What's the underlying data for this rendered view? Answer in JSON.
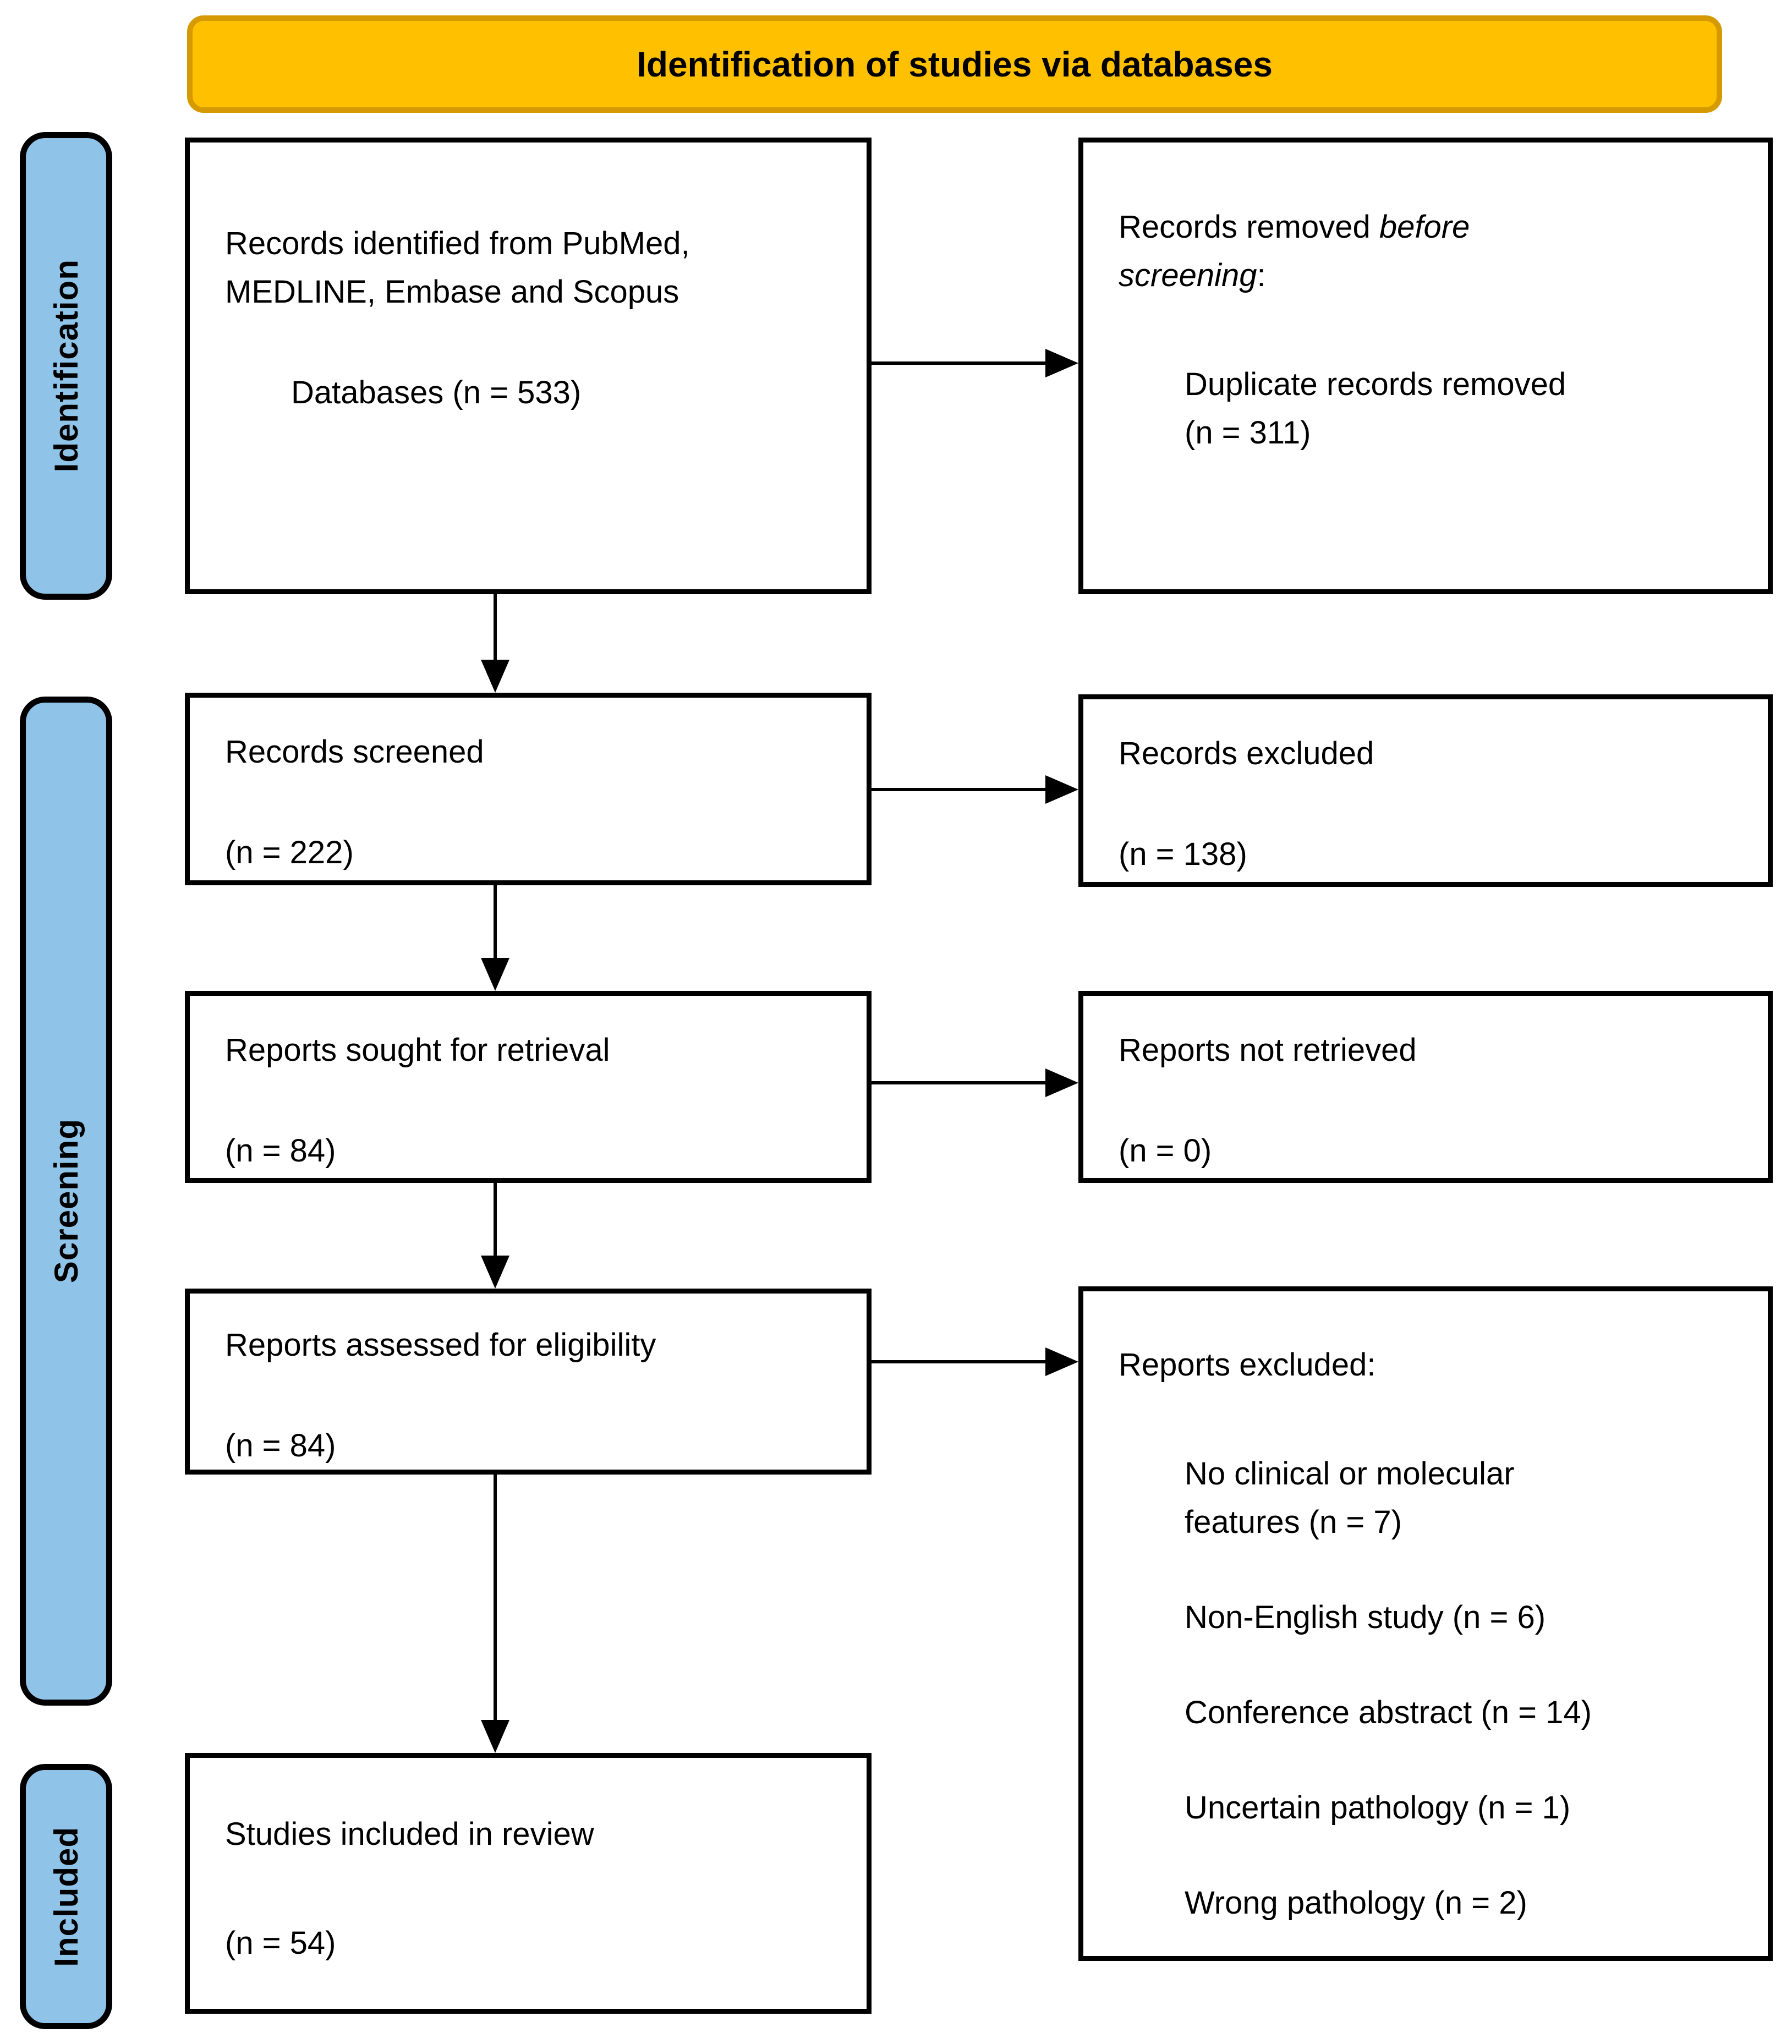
{
  "banner": {
    "title": "Identification of studies via databases"
  },
  "sidebar": {
    "identification": "Identification",
    "screening": "Screening",
    "included": "Included"
  },
  "colors": {
    "banner_fill": "#FFC000",
    "banner_border": "#D49A00",
    "sidebar_fill": "#8FC4E8",
    "box_border": "#000000"
  },
  "boxes": {
    "identified": {
      "line1": "Records identified from PubMed,",
      "line2": "MEDLINE, Embase and Scopus",
      "count": "Databases (n = 533)"
    },
    "removed_before_screening": {
      "prefix": "Records removed ",
      "italic": "before screening",
      "suffix": ":",
      "item_line1": "Duplicate records removed",
      "item_line2": "(n = 311)"
    },
    "records_screened": {
      "label": "Records screened",
      "count": "(n = 222)"
    },
    "records_excluded": {
      "label": "Records excluded",
      "count": "(n = 138)"
    },
    "reports_sought": {
      "label": "Reports sought for retrieval",
      "count": "(n = 84)"
    },
    "reports_not_retrieved": {
      "label": "Reports not retrieved",
      "count": "(n = 0)"
    },
    "reports_assessed": {
      "label": "Reports assessed for eligibility",
      "count": "(n = 84)"
    },
    "reports_excluded": {
      "heading": "Reports excluded:",
      "items": [
        [
          "No clinical or molecular",
          "features (n = 7)"
        ],
        [
          "Non-English study (n = 6)"
        ],
        [
          "Conference abstract (n = 14)"
        ],
        [
          "Uncertain pathology (n = 1)"
        ],
        [
          "Wrong pathology (n = 2)"
        ]
      ]
    },
    "studies_included": {
      "label": "Studies included in review",
      "count": "(n = 54)"
    }
  }
}
